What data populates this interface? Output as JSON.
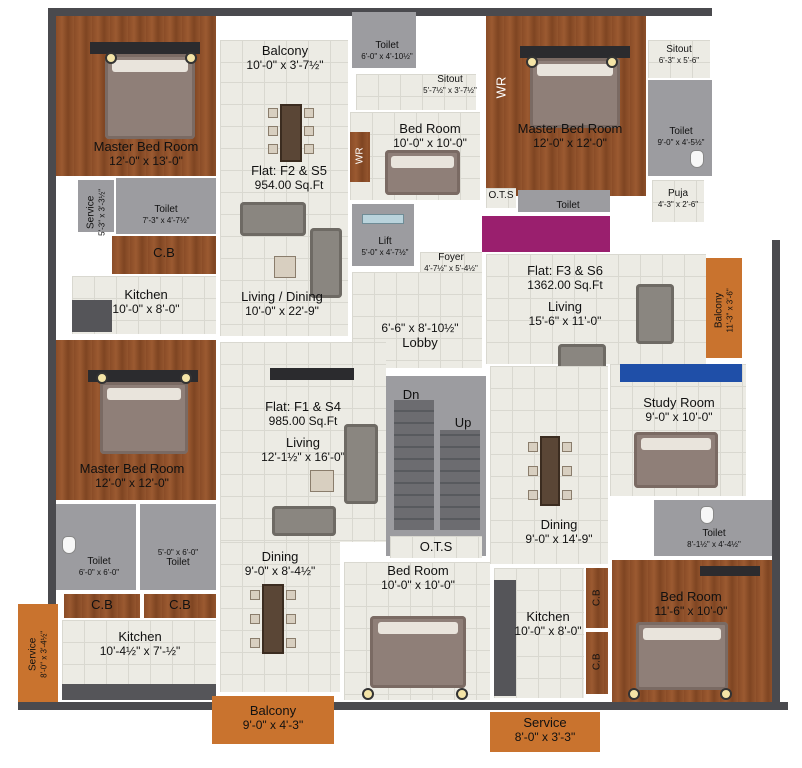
{
  "rooms": {
    "balcony_top": {
      "name": "Balcony",
      "dim": "10'-0\" x 3'-7½\""
    },
    "toilet_top": {
      "name": "Toilet",
      "dim": "6'-0\" x 4'-10½\""
    },
    "sitout_mid": {
      "name": "Sitout",
      "dim": "5'-7½\" x 3'-7½\""
    },
    "bedroom_mid": {
      "name": "Bed Room",
      "dim": "10'-0\" x 10'-0\""
    },
    "master_tl": {
      "name": "Master Bed Room",
      "dim": "12'-0\" x 13'-0\""
    },
    "flat_f2": {
      "name": "Flat: F2 & S5",
      "dim": "954.00 Sq.Ft"
    },
    "toilet_tl": {
      "name": "Toilet",
      "dim": "7'-3\" x 4'-7½\""
    },
    "service_tl": {
      "name": "Service",
      "dim": "5'-3\" x 3'-3½\""
    },
    "cb_tl": {
      "name": "C.B",
      "dim": ""
    },
    "kitchen_tl": {
      "name": "Kitchen",
      "dim": "10'-0\" x 8'-0\""
    },
    "living_dining": {
      "name": "Living / Dining",
      "dim": "10'-0\" x 22'-9\""
    },
    "lift": {
      "name": "Lift",
      "dim": "5'-0\" x 4'-7½\""
    },
    "foyer": {
      "name": "Foyer",
      "dim": "4'-7½\" x 5'-4½\""
    },
    "lobby": {
      "name": "Lobby",
      "dim": "6'-6\" x 8'-10½\""
    },
    "master_tr": {
      "name": "Master Bed Room",
      "dim": "12'-0\" x 12'-0\""
    },
    "sitout_tr": {
      "name": "Sitout",
      "dim": "6'-3\" x 5'-6\""
    },
    "toilet_tr": {
      "name": "Toilet",
      "dim": "9'-0\" x 4'-5½\""
    },
    "puja": {
      "name": "Puja",
      "dim": "4'-3\" x 2'-6\""
    },
    "ots_top": {
      "name": "O.T.S",
      "dim": ""
    },
    "toilet_top_right": {
      "name": "Toilet",
      "dim": ""
    },
    "flat_f3": {
      "name": "Flat: F3 & S6",
      "dim": "1362.00 Sq.Ft"
    },
    "living_f3": {
      "name": "Living",
      "dim": "15'-6\" x 11'-0\""
    },
    "balcony_right": {
      "name": "Balcony",
      "dim": "11'-3\" x 3'-6\""
    },
    "master_bl": {
      "name": "Master Bed Room",
      "dim": "12'-0\" x 12'-0\""
    },
    "flat_f1": {
      "name": "Flat: F1 & S4",
      "dim": "985.00 Sq.Ft"
    },
    "living_f1": {
      "name": "Living",
      "dim": "12'-1½\" x 16'-0\""
    },
    "study": {
      "name": "Study Room",
      "dim": "9'-0\" x 10'-0\""
    },
    "dn": {
      "name": "Dn",
      "dim": ""
    },
    "up": {
      "name": "Up",
      "dim": ""
    },
    "dining_right": {
      "name": "Dining",
      "dim": "9'-0\" x 14'-9\""
    },
    "toilet_right": {
      "name": "Toilet",
      "dim": "8'-1½\" x 4'-4½\""
    },
    "toilet_bl1": {
      "name": "Toilet",
      "dim": "6'-0\" x 6'-0\""
    },
    "toilet_bl2": {
      "name": "Toilet",
      "dim": "5'-0\" x 6'-0\""
    },
    "dining_left": {
      "name": "Dining",
      "dim": "9'-0\" x 8'-4½\""
    },
    "ots_mid": {
      "name": "O.T.S",
      "dim": ""
    },
    "bedroom_bot": {
      "name": "Bed Room",
      "dim": "10'-0\" x 10'-0\""
    },
    "kitchen_bot": {
      "name": "Kitchen",
      "dim": "10'-0\" x 8'-0\""
    },
    "bedroom_br": {
      "name": "Bed Room",
      "dim": "11'-6\" x 10'-0\""
    },
    "cb_bl1": {
      "name": "C.B",
      "dim": ""
    },
    "cb_bl2": {
      "name": "C.B",
      "dim": ""
    },
    "kitchen_bl": {
      "name": "Kitchen",
      "dim": "10'-4½\" x 7'-½\""
    },
    "service_bl": {
      "name": "Service",
      "dim": "8'-0\" x 3'-4½\""
    },
    "balcony_bot": {
      "name": "Balcony",
      "dim": "9'-0\" x 4'-3\""
    },
    "service_bot": {
      "name": "Service",
      "dim": "8'-0\" x 3'-3\""
    },
    "cb_br1": {
      "name": "C.B",
      "dim": ""
    },
    "cb_br2": {
      "name": "C.B",
      "dim": ""
    },
    "wr1": {
      "name": "WR",
      "dim": ""
    },
    "wr2": {
      "name": "WR",
      "dim": ""
    }
  },
  "colors": {
    "floor_tile": "#ecebe4",
    "wood": "#8a4c27",
    "wall": "#4a4a4e",
    "accent_purple": "#9a1f6e",
    "accent_blue": "#1f4fa8",
    "balcony_wood": "#c9732e"
  }
}
